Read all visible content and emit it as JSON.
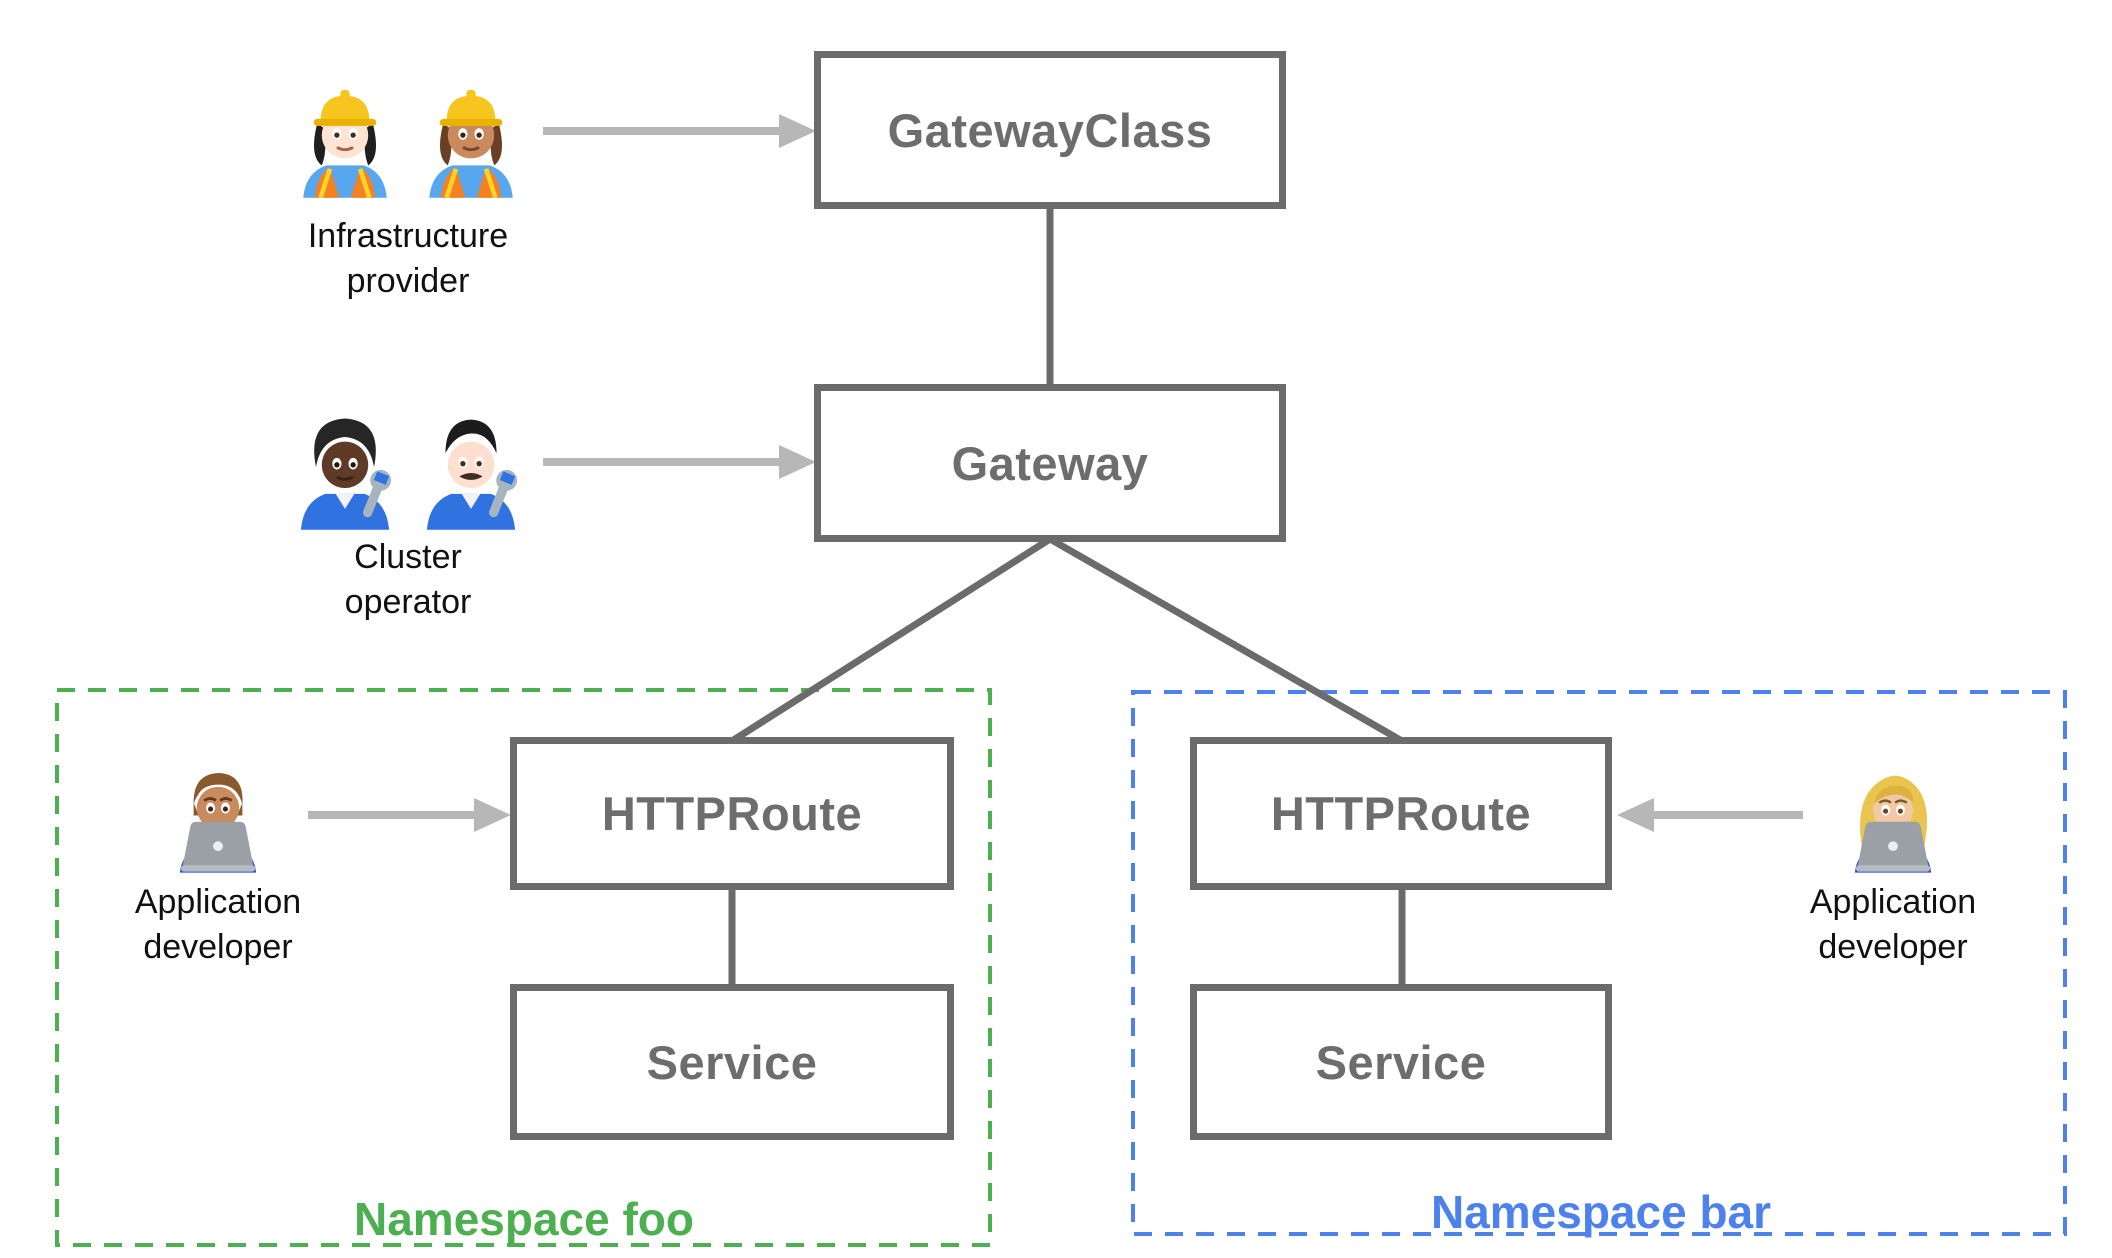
{
  "nodes": {
    "gateway_class": {
      "label": "GatewayClass"
    },
    "gateway": {
      "label": "Gateway"
    },
    "httproute_foo": {
      "label": "HTTPRoute"
    },
    "service_foo": {
      "label": "Service"
    },
    "httproute_bar": {
      "label": "HTTPRoute"
    },
    "service_bar": {
      "label": "Service"
    }
  },
  "personas": {
    "infrastructure_provider": {
      "label": "Infrastructure provider",
      "icons": [
        {
          "name": "woman-construction-worker-light-icon",
          "emoji": "👷🏻‍♀️"
        },
        {
          "name": "woman-construction-worker-medium-icon",
          "emoji": "👷🏽‍♀️"
        }
      ]
    },
    "cluster_operator": {
      "label": "Cluster operator",
      "icons": [
        {
          "name": "mechanic-dark-icon",
          "emoji": "🧑🏿‍🔧"
        },
        {
          "name": "man-mechanic-light-icon",
          "emoji": "👨🏻‍🔧"
        }
      ]
    },
    "app_developer_foo": {
      "label": "Application developer",
      "icons": [
        {
          "name": "man-technologist-icon",
          "emoji": "👨🏽‍💻"
        }
      ]
    },
    "app_developer_bar": {
      "label": "Application developer",
      "icons": [
        {
          "name": "woman-technologist-icon",
          "emoji": "👩🏼‍💻"
        }
      ]
    }
  },
  "namespaces": {
    "foo": {
      "label": "Namespace foo",
      "color": "#4caf50"
    },
    "bar": {
      "label": "Namespace bar",
      "color": "#4d82ec"
    }
  },
  "colors": {
    "node_border": "#6b6b6b",
    "node_text": "#6d6d6d",
    "connector": "#6b6b6b",
    "arrow": "#b7b7b7",
    "persona_text": "#111111",
    "background": "#ffffff"
  }
}
